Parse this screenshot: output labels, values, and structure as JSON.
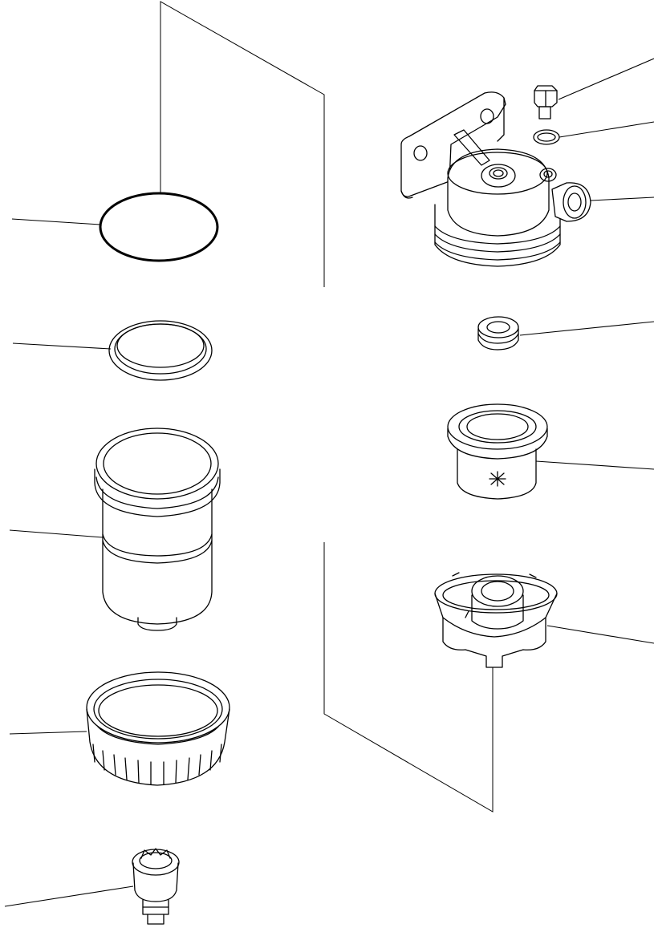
{
  "diagram": {
    "parts": [
      {
        "name": "o-ring",
        "icon": "o-ring-icon"
      },
      {
        "name": "seal-ring",
        "icon": "seal-ring-icon"
      },
      {
        "name": "filter-cartridge",
        "icon": "filter-cartridge-icon"
      },
      {
        "name": "retaining-ring-nut",
        "icon": "ring-nut-icon"
      },
      {
        "name": "drain-valve",
        "icon": "drain-valve-icon"
      },
      {
        "name": "plug-bolt",
        "icon": "bolt-icon"
      },
      {
        "name": "washer",
        "icon": "washer-icon"
      },
      {
        "name": "filter-head",
        "icon": "filter-head-icon"
      },
      {
        "name": "grommet",
        "icon": "grommet-icon"
      },
      {
        "name": "sediment-element",
        "icon": "element-icon"
      },
      {
        "name": "bowl",
        "icon": "bowl-icon"
      }
    ],
    "colors": {
      "stroke": "#000000",
      "background": "#ffffff"
    }
  }
}
